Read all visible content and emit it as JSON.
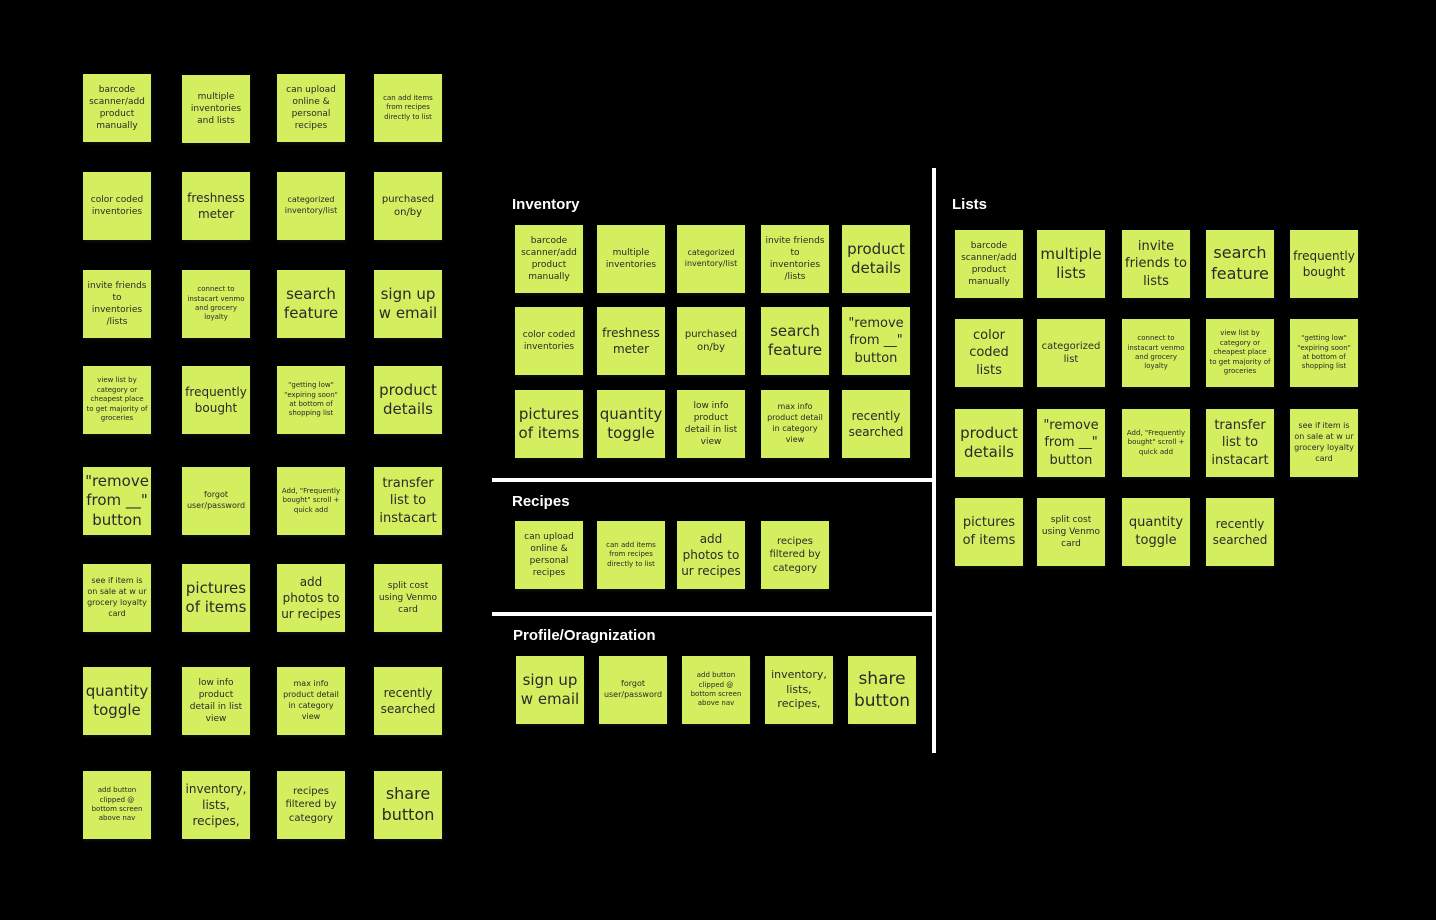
{
  "board": {
    "note_color": "#d3ee5e",
    "background_color": "#000000",
    "divider_color": "#ffffff"
  },
  "raw_notes": [
    "barcode scanner/add product manually",
    "multiple inventories and lists",
    "can upload online & personal recipes",
    "can add items from recipes directly to list",
    "color coded inventories",
    "freshness meter",
    "categorized inventory/list",
    "purchased on/by",
    "invite friends to inventories /lists",
    "connect to instacart venmo and grocery loyalty",
    "search feature",
    "sign up w email",
    "view list by category or cheapest place to get majority of groceries",
    "frequently bought",
    "\"getting low\" \"expiring soon\" at bottom of shopping list",
    "product details",
    "\"remove from __\" button",
    "forgot user/password",
    "Add, \"Frequently bought\" scroll + quick add",
    "transfer list to instacart",
    "see if item is on sale at w ur grocery loyalty card",
    "pictures of items",
    "add photos to ur recipes",
    "split cost using Venmo card",
    "quantity toggle",
    "low info product detail in list view",
    "max info product detail in category view",
    "recently searched",
    "add button clipped @ bottom screen above nav",
    "inventory, lists, recipes,",
    "recipes filtered by category",
    "share button"
  ],
  "sections": {
    "inventory": {
      "title": "Inventory",
      "notes": [
        "barcode scanner/add product manually",
        "multiple inventories",
        "categorized inventory/list",
        "invite friends to inventories /lists",
        "product details",
        "color coded inventories",
        "freshness meter",
        "purchased on/by",
        "search feature",
        "\"remove from __\" button",
        "pictures of items",
        "quantity toggle",
        "low info product detail in list view",
        "max info product detail in category view",
        "recently searched"
      ]
    },
    "recipes": {
      "title": "Recipes",
      "notes": [
        "can upload online & personal recipes",
        "can add items from recipes directly to list",
        "add photos to ur recipes",
        "recipes filtered by category"
      ]
    },
    "profile": {
      "title": "Profile/Oragnization",
      "notes": [
        "sign up w email",
        "forgot user/password",
        "add button clipped @ bottom screen above nav",
        "inventory, lists, recipes,",
        "share button"
      ]
    },
    "lists": {
      "title": "Lists",
      "notes": [
        "barcode scanner/add product manually",
        "multiple lists",
        "invite friends to lists",
        "search feature",
        "frequently bought",
        "color coded lists",
        "categorized list",
        "connect to instacart venmo and grocery loyalty",
        "view list by category or cheapest place to get majority of groceries",
        "\"getting low\" \"expiring soon\" at bottom of shopping list",
        "product details",
        "\"remove from __\" button",
        "Add, \"Frequently bought\" scroll + quick add",
        "transfer list to instacart",
        "see if item is on sale at w ur grocery loyalty card",
        "pictures of items",
        "split cost using Venmo card",
        "quantity toggle",
        "recently searched"
      ]
    }
  }
}
